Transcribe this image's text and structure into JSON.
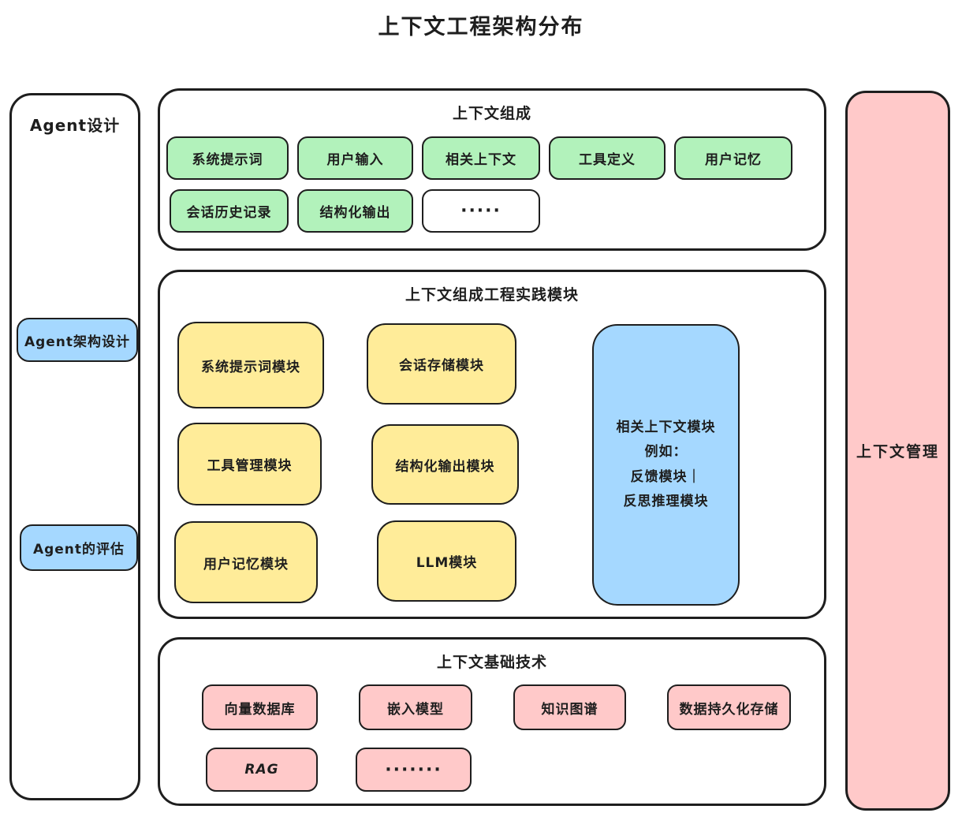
{
  "title": "上下文工程架构分布",
  "palette": {
    "green": "#b2f2bb",
    "yellow": "#ffec99",
    "blue": "#a5d8ff",
    "pink": "#ffc9c9",
    "stroke": "#1e1e1e",
    "background": "#ffffff"
  },
  "sidebar": {
    "title": "Agent设计",
    "items": [
      {
        "label": "Agent架构设计"
      },
      {
        "label": "Agent的评估"
      }
    ]
  },
  "sections": {
    "composition": {
      "title": "上下文组成",
      "row1": [
        "系统提示词",
        "用户输入",
        "相关上下文",
        "工具定义",
        "用户记忆"
      ],
      "row2": [
        "会话历史记录",
        "结构化输出",
        "·····"
      ]
    },
    "practice": {
      "title": "上下文组成工程实践模块",
      "modules": [
        "系统提示词模块",
        "会话存储模块",
        "工具管理模块",
        "结构化输出模块",
        "用户记忆模块",
        "LLM模块"
      ],
      "related": {
        "lines": [
          "相关上下文模块",
          "例如：",
          "反馈模块｜",
          "反思推理模块"
        ]
      }
    },
    "foundation": {
      "title": "上下文基础技术",
      "row1": [
        "向量数据库",
        "嵌入模型",
        "知识图谱",
        "数据持久化存储"
      ],
      "row2": [
        "RAG",
        "·······"
      ]
    }
  },
  "right_panel": {
    "title": "上下文管理"
  }
}
